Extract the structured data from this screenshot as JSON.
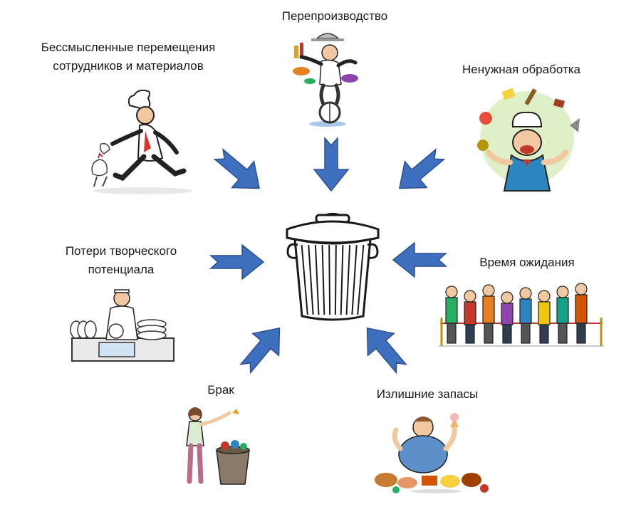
{
  "labels": {
    "motion_line1": "Бессмысленные перемещения",
    "motion_line2": "сотрудников и материалов",
    "overproduction": "Перепроизводство",
    "overprocessing": "Ненужная обработка",
    "creative_line1": "Потери творческого",
    "creative_line2": "потенциала",
    "waiting": "Время ожидания",
    "defects": "Брак",
    "inventory": "Излишние запасы"
  },
  "colors": {
    "arrow_fill": "#3f6fbf",
    "arrow_stroke": "#2a4f8f",
    "bin_stroke": "#1a1a1a",
    "bin_fill": "#ffffff"
  },
  "icons": {
    "center": "trash-bin-icon",
    "motion": "running-cook-icon",
    "overproduction": "unicycle-waiter-icon",
    "overprocessing": "juggling-chef-icon",
    "creative": "dishwasher-icon",
    "waiting": "queue-people-icon",
    "defects": "woman-trash-icon",
    "inventory": "overeating-man-icon"
  }
}
